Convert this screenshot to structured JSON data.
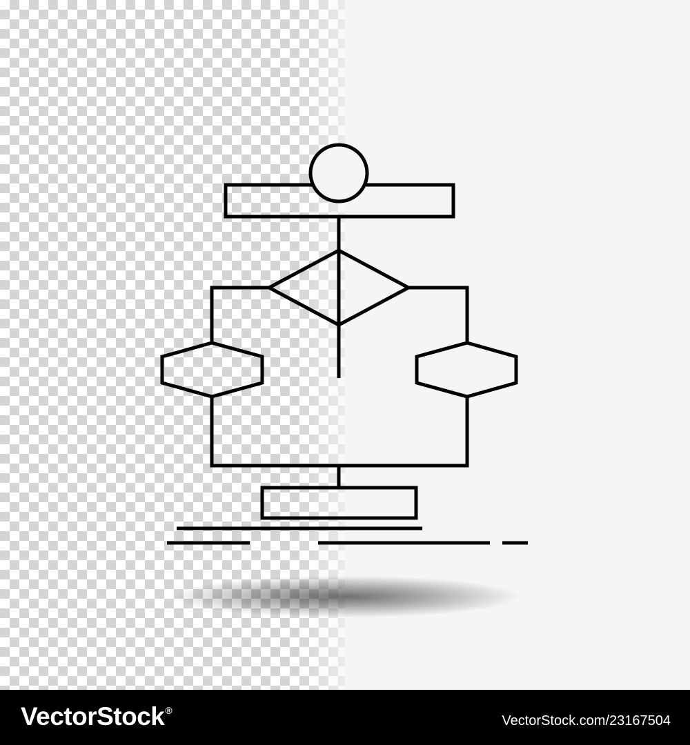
{
  "colors": {
    "stroke": "#000000",
    "page_background": "#f4f6f5",
    "checker": "#d4d4d4",
    "footer_background": "#000000",
    "footer_text": "#ffffff"
  },
  "icon": {
    "name": "algorithm-flowchart-icon",
    "style": "line"
  },
  "footer": {
    "brand": "VectorStock",
    "registered_mark": "®",
    "image_id": "VectorStock.com/23167504"
  }
}
